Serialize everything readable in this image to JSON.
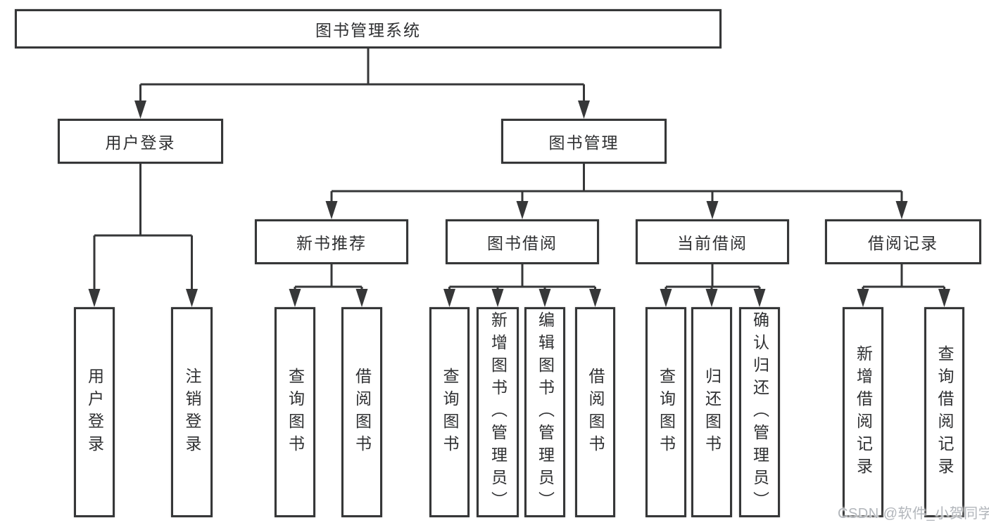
{
  "diagram": {
    "type": "tree",
    "title": "图书管理系统"
  },
  "nodes": {
    "root": "图书管理系统",
    "user_login": "用户登录",
    "book_management": "图书管理",
    "new_book_recommend": "新书推荐",
    "book_borrowing": "图书借阅",
    "current_borrowing": "当前借阅",
    "borrowing_records": "借阅记录",
    "ul_user_login": "用户登录",
    "ul_logout": "注销登录",
    "nr_query_book": "查询图书",
    "nr_borrow_book": "借阅图书",
    "bb_query_book": "查询图书",
    "bb_add_book_admin": "新增图书（管理员）",
    "bb_edit_book_admin": "编辑图书（管理员）",
    "bb_borrow_book": "借阅图书",
    "cb_query_book": "查询图书",
    "cb_return_book": "归还图书",
    "cb_confirm_return_admin": "确认归还（管理员）",
    "br_add_record": "新增借阅记录",
    "br_query_record": "查询借阅记录"
  },
  "hierarchy": {
    "图书管理系统": [
      "用户登录",
      "图书管理"
    ],
    "用户登录": [
      "用户登录",
      "注销登录"
    ],
    "图书管理": [
      "新书推荐",
      "图书借阅",
      "当前借阅",
      "借阅记录"
    ],
    "新书推荐": [
      "查询图书",
      "借阅图书"
    ],
    "图书借阅": [
      "查询图书",
      "新增图书（管理员）",
      "编辑图书（管理员）",
      "借阅图书"
    ],
    "当前借阅": [
      "查询图书",
      "归还图书",
      "确认归还（管理员）"
    ],
    "借阅记录": [
      "新增借阅记录",
      "查询借阅记录"
    ]
  },
  "watermark": "CSDN @软件_小贺同学",
  "colors": {
    "stroke": "#363738",
    "text": "#2f3032",
    "background": "#ffffff",
    "watermark": "#b2b6bb"
  }
}
